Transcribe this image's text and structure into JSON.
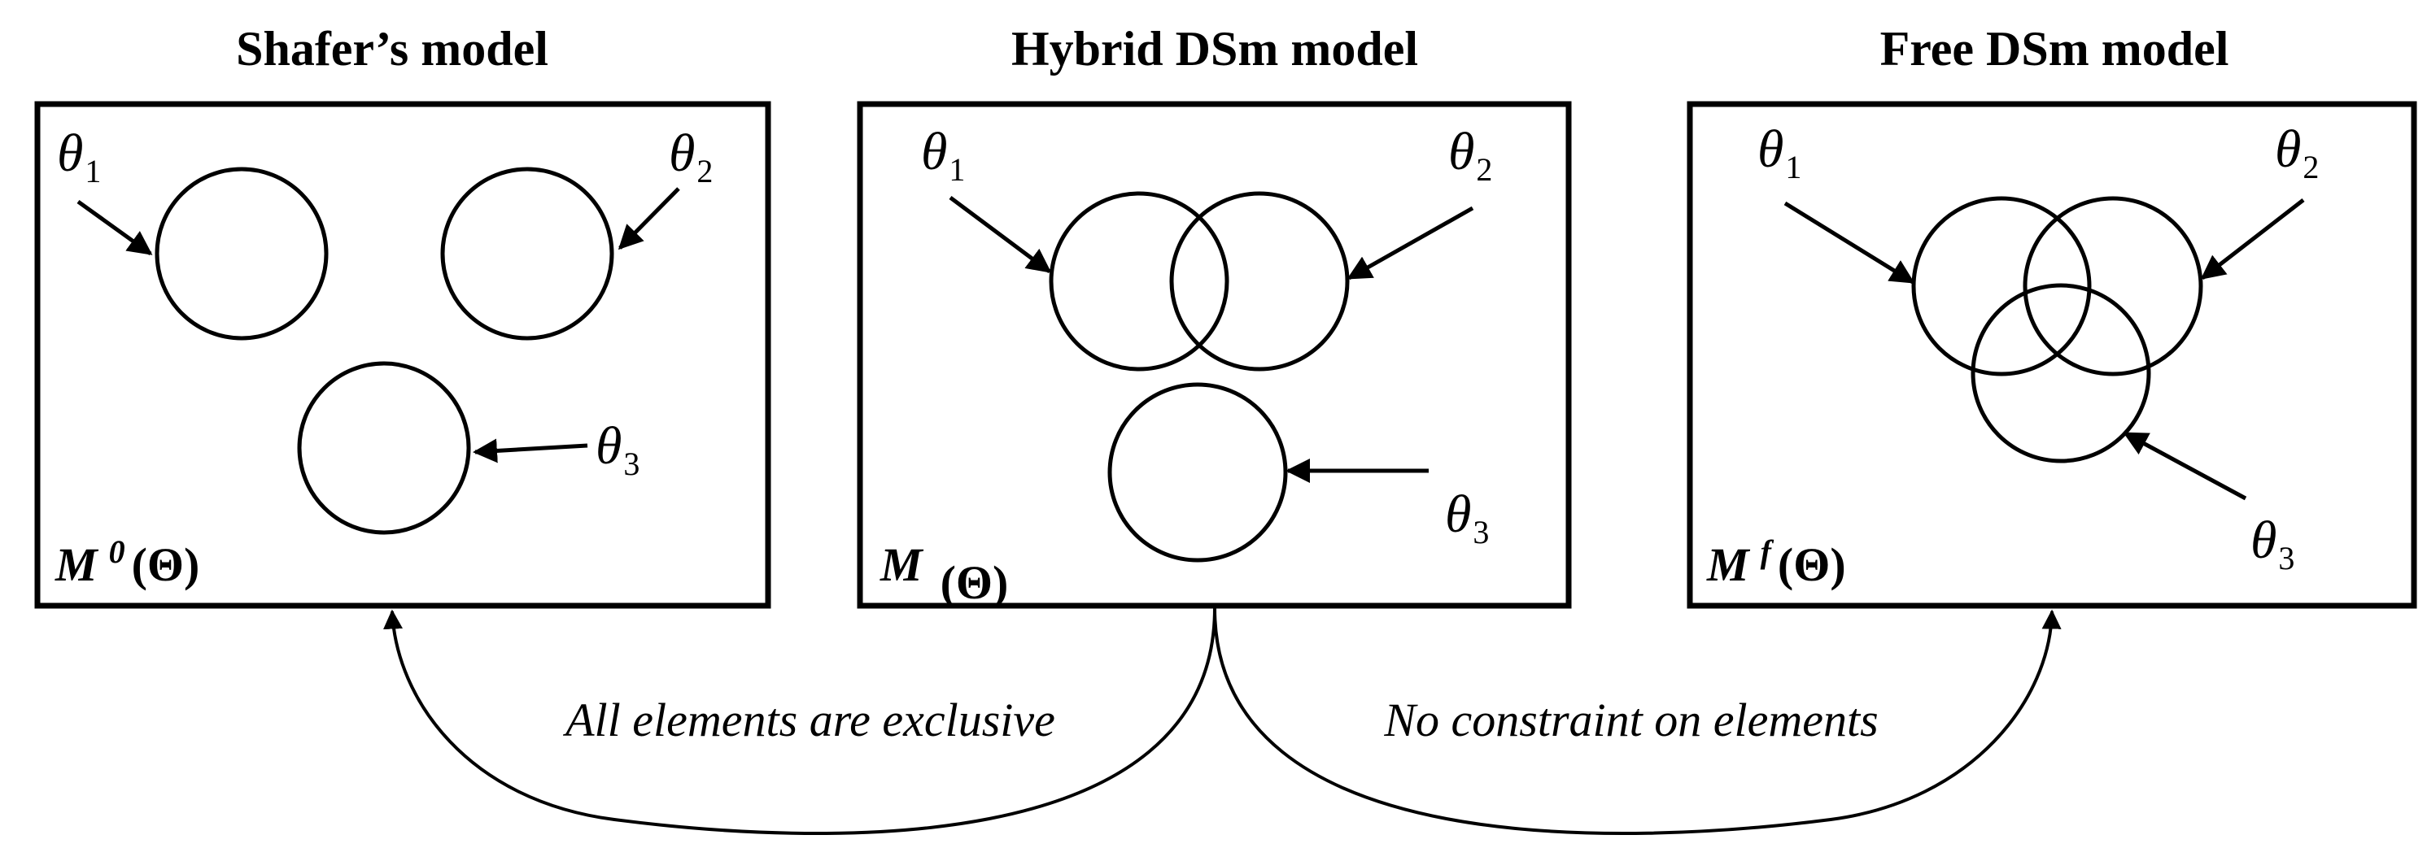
{
  "panels": [
    {
      "title": "Shafer’s model",
      "model": {
        "symbol": "M",
        "superscript": "0",
        "argument": "(Θ)"
      },
      "sets": [
        {
          "symbol": "θ",
          "subscript": "1"
        },
        {
          "symbol": "θ",
          "subscript": "2"
        },
        {
          "symbol": "θ",
          "subscript": "3"
        }
      ]
    },
    {
      "title": "Hybrid DSm model",
      "model": {
        "symbol": "M",
        "superscript": "",
        "argument": "(Θ)"
      },
      "sets": [
        {
          "symbol": "θ",
          "subscript": "1"
        },
        {
          "symbol": "θ",
          "subscript": "2"
        },
        {
          "symbol": "θ",
          "subscript": "3"
        }
      ]
    },
    {
      "title": "Free DSm model",
      "model": {
        "symbol": "M",
        "superscript": "f",
        "argument": "(Θ)"
      },
      "sets": [
        {
          "symbol": "θ",
          "subscript": "1"
        },
        {
          "symbol": "θ",
          "subscript": "2"
        },
        {
          "symbol": "θ",
          "subscript": "3"
        }
      ]
    }
  ],
  "transitions": [
    {
      "label": "All elements are exclusive"
    },
    {
      "label": "No constraint on elements"
    }
  ]
}
